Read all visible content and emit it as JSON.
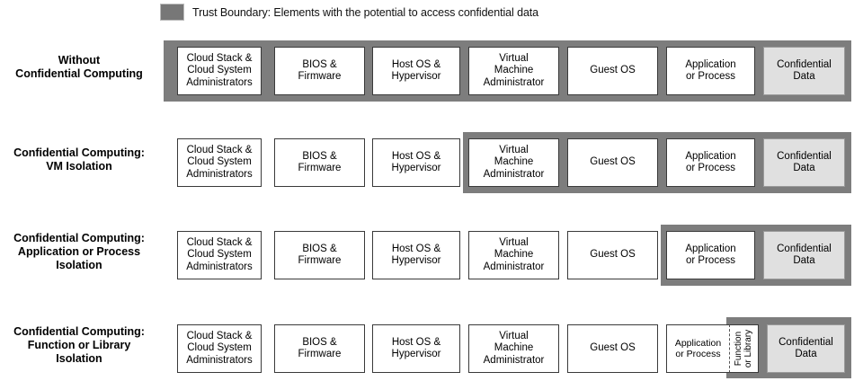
{
  "legend": {
    "swatch_name": "trust-boundary-swatch",
    "swatch_color": "#7d7d7d",
    "text": "Trust Boundary: Elements with the potential to access confidential data"
  },
  "colors": {
    "band": "#7d7d7d",
    "box_fill": "#ffffff",
    "confidential_fill": "#e0e0e0",
    "box_border": "#3a3a3a",
    "text": "#000000"
  },
  "columns": [
    "Cloud Stack & Cloud System Administrators",
    "BIOS & Firmware",
    "Host OS & Hypervisor",
    "Virtual Machine Administrator",
    "Guest OS",
    "Application or Process",
    "Function or Library",
    "Confidential Data"
  ],
  "rows": [
    {
      "label_lines": [
        "Without",
        "Confidential Computing"
      ],
      "label": "Without Confidential Computing",
      "boundary_starts_at": "Cloud Stack & Cloud System Administrators",
      "boxes": [
        {
          "lines": [
            "Cloud Stack &",
            "Cloud System",
            "Administrators"
          ],
          "kind": "normal"
        },
        {
          "lines": [
            "BIOS &",
            "Firmware"
          ],
          "kind": "normal"
        },
        {
          "lines": [
            "Host OS &",
            "Hypervisor"
          ],
          "kind": "normal"
        },
        {
          "lines": [
            "Virtual",
            "Machine",
            "Administrator"
          ],
          "kind": "normal"
        },
        {
          "lines": [
            "Guest OS"
          ],
          "kind": "normal"
        },
        {
          "lines": [
            "Application",
            "or Process"
          ],
          "kind": "normal"
        },
        {
          "lines": [
            "Confidential",
            "Data"
          ],
          "kind": "confidential"
        }
      ]
    },
    {
      "label_lines": [
        "Confidential Computing:",
        "VM Isolation"
      ],
      "label": "Confidential Computing: VM Isolation",
      "boundary_starts_at": "Virtual Machine Administrator",
      "boxes": [
        {
          "lines": [
            "Cloud Stack &",
            "Cloud System",
            "Administrators"
          ],
          "kind": "normal"
        },
        {
          "lines": [
            "BIOS &",
            "Firmware"
          ],
          "kind": "normal"
        },
        {
          "lines": [
            "Host OS &",
            "Hypervisor"
          ],
          "kind": "normal"
        },
        {
          "lines": [
            "Virtual",
            "Machine",
            "Administrator"
          ],
          "kind": "normal"
        },
        {
          "lines": [
            "Guest OS"
          ],
          "kind": "normal"
        },
        {
          "lines": [
            "Application",
            "or Process"
          ],
          "kind": "normal"
        },
        {
          "lines": [
            "Confidential",
            "Data"
          ],
          "kind": "confidential"
        }
      ]
    },
    {
      "label_lines": [
        "Confidential Computing:",
        "Application or Process",
        "Isolation"
      ],
      "label": "Confidential Computing: Application or Process Isolation",
      "boundary_starts_at": "Application or Process",
      "boxes": [
        {
          "lines": [
            "Cloud Stack &",
            "Cloud System",
            "Administrators"
          ],
          "kind": "normal"
        },
        {
          "lines": [
            "BIOS &",
            "Firmware"
          ],
          "kind": "normal"
        },
        {
          "lines": [
            "Host OS &",
            "Hypervisor"
          ],
          "kind": "normal"
        },
        {
          "lines": [
            "Virtual",
            "Machine",
            "Administrator"
          ],
          "kind": "normal"
        },
        {
          "lines": [
            "Guest OS"
          ],
          "kind": "normal"
        },
        {
          "lines": [
            "Application",
            "or Process"
          ],
          "kind": "normal"
        },
        {
          "lines": [
            "Confidential",
            "Data"
          ],
          "kind": "confidential"
        }
      ]
    },
    {
      "label_lines": [
        "Confidential Computing:",
        "Function or Library",
        "Isolation"
      ],
      "label": "Confidential Computing: Function or Library Isolation",
      "boundary_starts_at": "Function or Library",
      "boxes": [
        {
          "lines": [
            "Cloud Stack &",
            "Cloud System",
            "Administrators"
          ],
          "kind": "normal"
        },
        {
          "lines": [
            "BIOS &",
            "Firmware"
          ],
          "kind": "normal"
        },
        {
          "lines": [
            "Host OS &",
            "Hypervisor"
          ],
          "kind": "normal"
        },
        {
          "lines": [
            "Virtual",
            "Machine",
            "Administrator"
          ],
          "kind": "normal"
        },
        {
          "lines": [
            "Guest OS"
          ],
          "kind": "normal"
        },
        {
          "lines": [
            "Application",
            "or Process"
          ],
          "kind": "narrow"
        },
        {
          "lines": [
            "Function",
            "or Library"
          ],
          "kind": "rotated"
        },
        {
          "lines": [
            "Confidential",
            "Data"
          ],
          "kind": "confidential"
        }
      ]
    }
  ]
}
